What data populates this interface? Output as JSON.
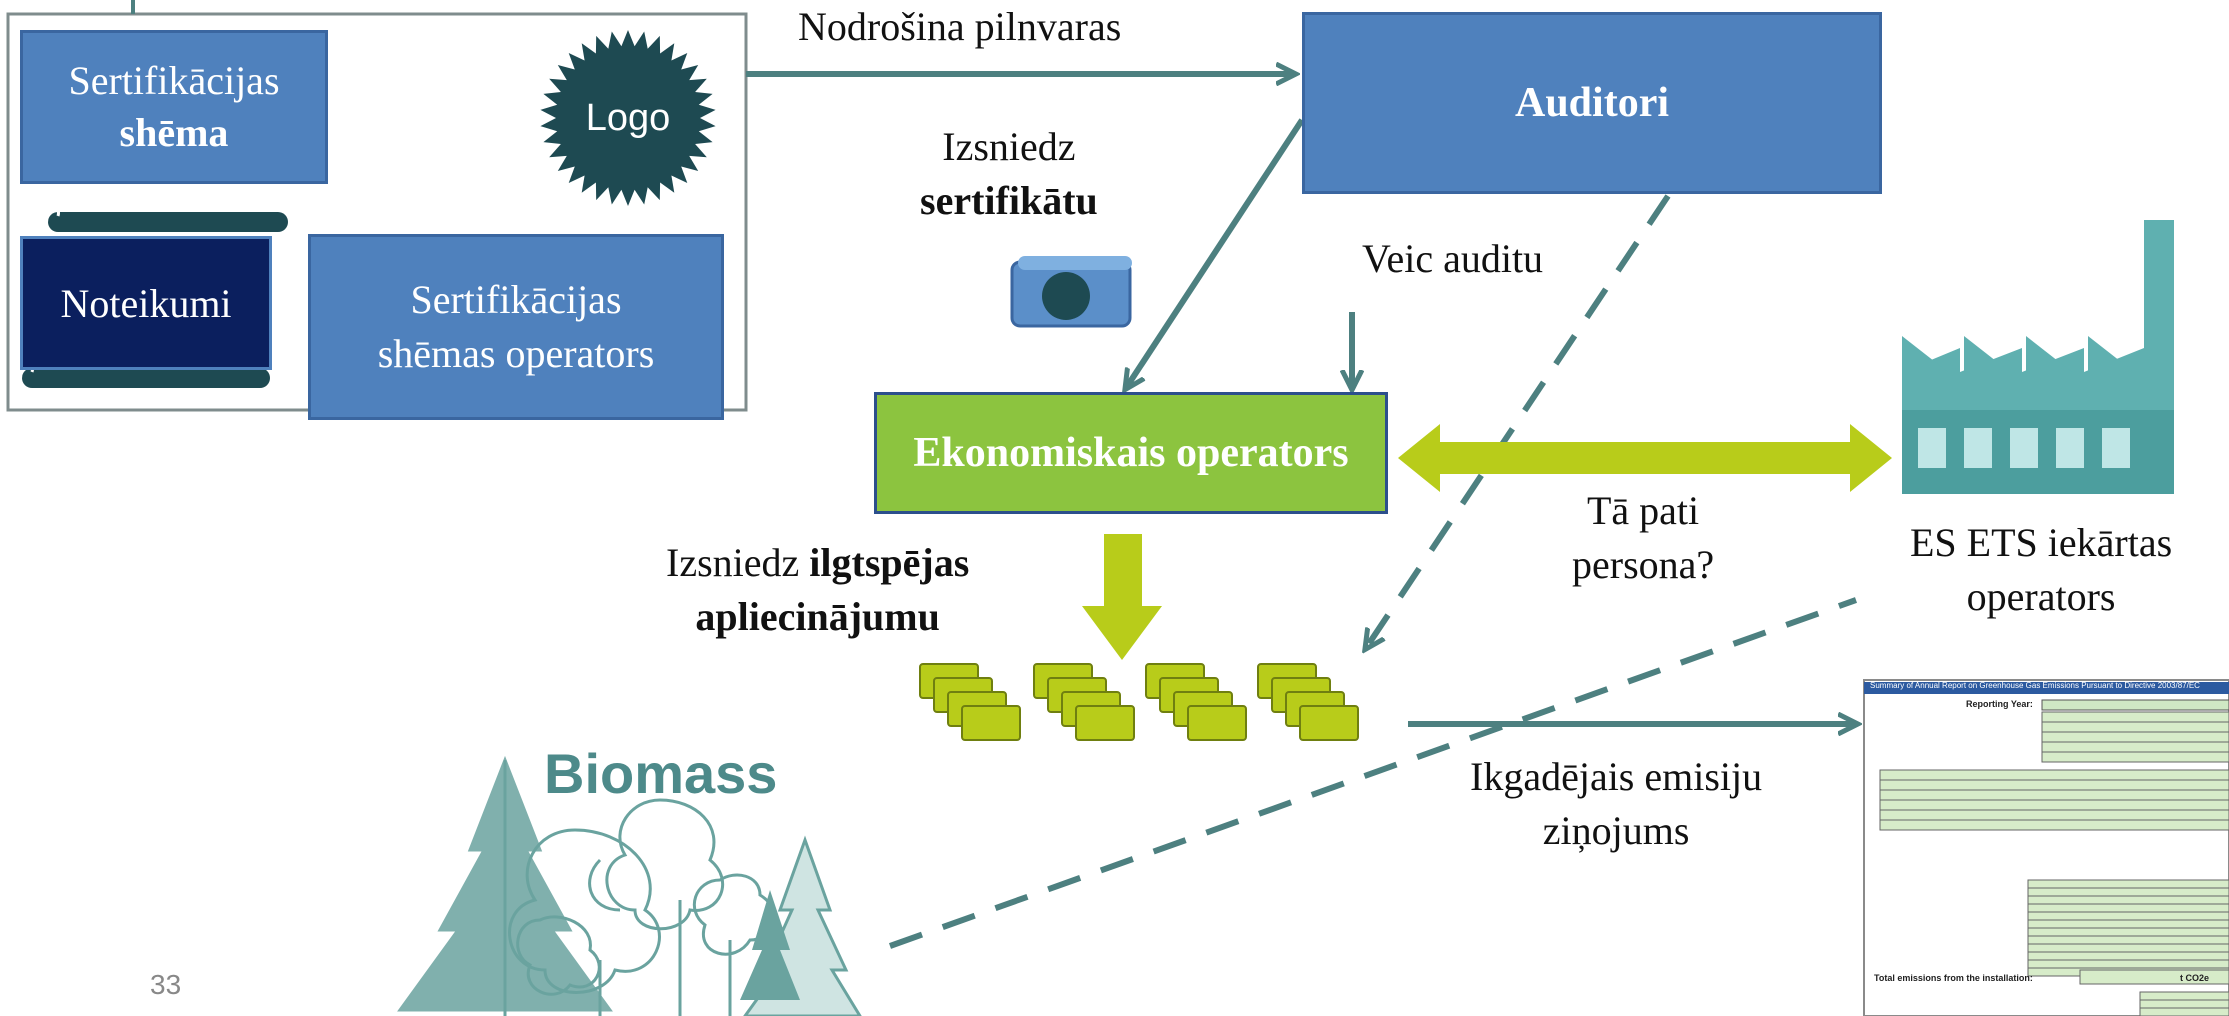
{
  "colors": {
    "box_blue": "#4f81bd",
    "box_blue_border": "#3a66a0",
    "navy": "#0b1f5e",
    "green_box": "#8cc43f",
    "lime": "#b8cc1a",
    "teal": "#4d8080",
    "teal_light": "#5fb0b0",
    "dark_teal": "#1e4a52"
  },
  "scheme": {
    "line1": "Sertifikācijas",
    "line2": "shēma",
    "logo": "Logo",
    "rules": "Noteikumi",
    "operator_line1": "Sertifikācijas",
    "operator_line2": "shēmas operators"
  },
  "auditors": "Auditori",
  "economic_operator": "Ekonomiskais operators",
  "labels": {
    "authorizes": "Nodrošina pilnvaras",
    "issues_cert_1": "Izsniedz",
    "issues_cert_2": "sertifikātu",
    "audit": "Veic auditu",
    "issues_proof_1": "Izsniedz",
    "issues_proof_2": "ilgtspējas",
    "issues_proof_3": "apliecinājumu",
    "same_person_1": "Tā pati",
    "same_person_2": "persona?",
    "ets_1": "ES ETS iekārtas",
    "ets_2": "operators",
    "report_1": "Ikgadējais emisiju",
    "report_2": "ziņojums",
    "biomass": "Biomass",
    "page_number": "33"
  },
  "report_doc": {
    "title": "Summary of Annual Report on Greenhouse Gas Emissions Pursuant to Directive 2003/87/EC",
    "reporting_year": "Reporting Year:",
    "total": "Total emissions from the installation:",
    "unit": "t CO2e"
  }
}
